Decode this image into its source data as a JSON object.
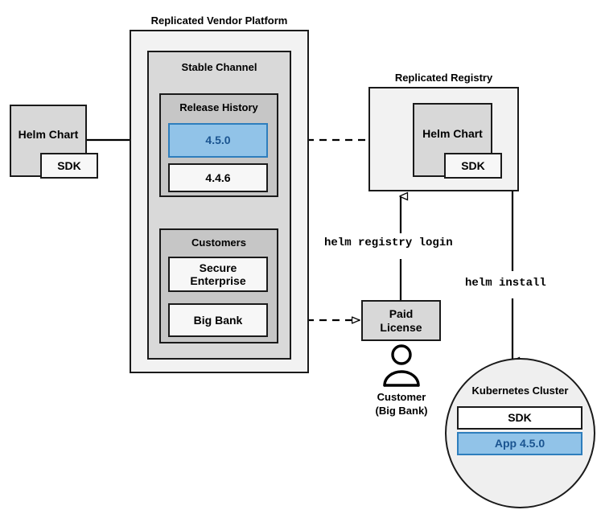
{
  "diagram": {
    "title_vendor_platform": "Replicated Vendor Platform",
    "title_registry": "Replicated Registry",
    "nodes": {
      "helm_chart_source": {
        "label": "Helm Chart",
        "sdk_label": "SDK"
      },
      "stable_channel": {
        "label": "Stable Channel"
      },
      "release_history": {
        "label": "Release History"
      },
      "release_current": {
        "label": "4.5.0"
      },
      "release_previous": {
        "label": "4.4.6"
      },
      "customers": {
        "label": "Customers"
      },
      "customer_secure_enterprise": {
        "label": "Secure\nEnterprise",
        "line1": "Secure",
        "line2": "Enterprise"
      },
      "customer_big_bank": {
        "label": "Big Bank"
      },
      "registry_helm_chart": {
        "label": "Helm Chart",
        "sdk_label": "SDK"
      },
      "paid_license": {
        "line1": "Paid",
        "line2": "License"
      },
      "customer_person": {
        "line1": "Customer",
        "line2": "(Big Bank)"
      },
      "kubernetes_cluster": {
        "label": "Kubernetes Cluster",
        "sdk_label": "SDK",
        "app_label": "App 4.5.0"
      }
    },
    "edges": {
      "helm_registry_login": "helm registry login",
      "helm_install": "helm install"
    },
    "colors": {
      "accent_blue_fill": "#91c3e8",
      "accent_blue_border": "#2e7ebd",
      "accent_blue_text": "#1a5490",
      "outer_grey": "#f2f2f2",
      "mid_grey": "#d9d9d9",
      "inner_grey": "#c6c6c6",
      "stroke": "#1a1a1a"
    }
  }
}
